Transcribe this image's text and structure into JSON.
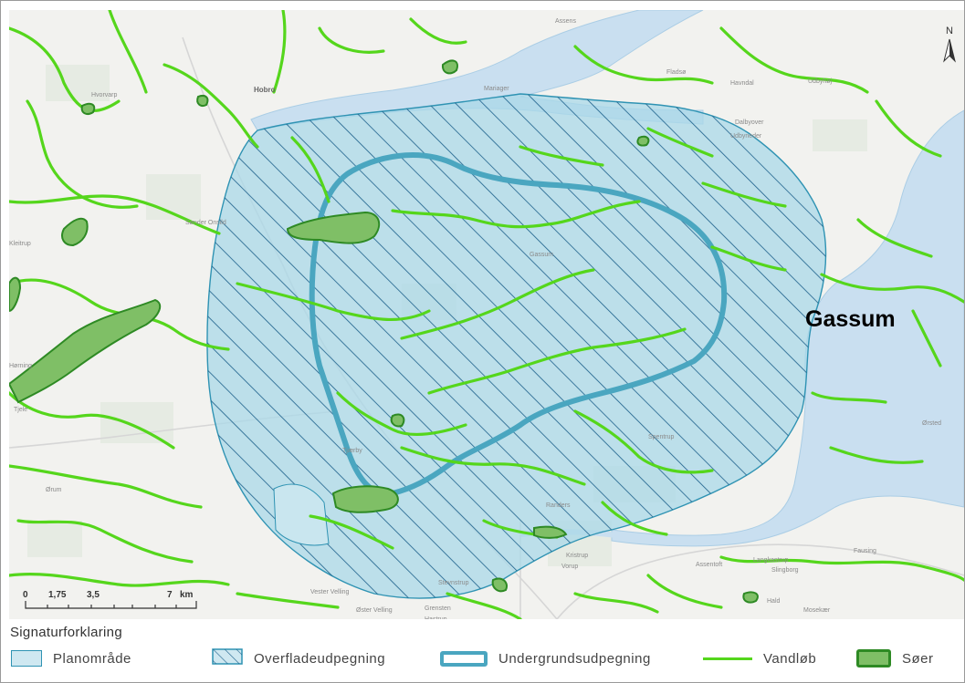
{
  "map": {
    "town_label": "Gassum",
    "north_label": "N",
    "scalebar": {
      "ticks": [
        "0",
        "1,75",
        "3,5",
        "7"
      ],
      "unit": "km"
    },
    "place_names": [
      "Hobro",
      "Assens",
      "Randers",
      "Kleitrup",
      "Vorup",
      "Assentoft",
      "Stevnstrup",
      "Sønder Onsild",
      "Øster Velling",
      "Hørning",
      "Fausing",
      "Langkastrup",
      "Slingborg",
      "Ørsted",
      "Ørum",
      "Vester Velling",
      "Tjele",
      "Hvorvarp",
      "Udbyhøj",
      "Havndal",
      "Dalbyover",
      "Udbyneder",
      "Gassum",
      "Kristrup",
      "Hald",
      "Mosekær",
      "Grensten",
      "Hastrup",
      "Tjærby",
      "Mariager",
      "Fladsø",
      "Spentrup"
    ],
    "colors": {
      "water": "#c9dff0",
      "land": "#f3f3f1",
      "stream": "#55d61c",
      "lake_fill": "#7fbf66",
      "lake_stroke": "#2e8a24",
      "plan_fill": "#9fd4e6",
      "plan_stroke": "#2f93b3",
      "hatch": "#1b5f8a",
      "underground": "#4aa6c0"
    },
    "north_arrow": "north-arrow-icon"
  },
  "legend": {
    "title": "Signaturforklaring",
    "items": [
      {
        "label": "Planområde",
        "icon": "plan-area-icon"
      },
      {
        "label": "Overfladeudpegning",
        "icon": "hatched-area-icon"
      },
      {
        "label": "Undergrundsudpegning",
        "icon": "underground-line-icon"
      },
      {
        "label": "Vandløb",
        "icon": "stream-line-icon"
      },
      {
        "label": "Søer",
        "icon": "lake-icon"
      }
    ]
  }
}
